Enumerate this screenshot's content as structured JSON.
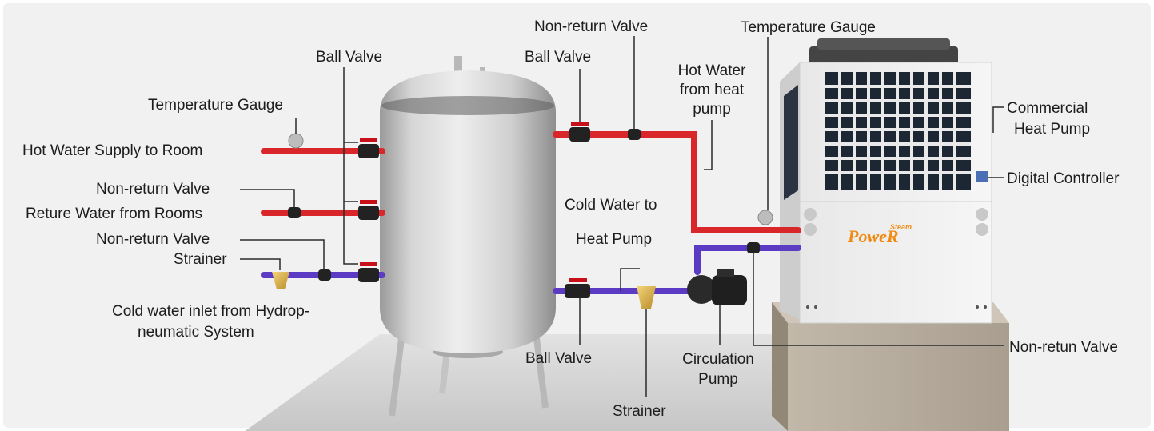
{
  "labels": {
    "ball_valve_tank": "Ball Valve",
    "temp_gauge_left": "Temperature Gauge",
    "hot_water_supply": "Hot Water Supply to Room",
    "non_return_valve_left": "Non-return Valve",
    "return_water": "Reture Water from Rooms",
    "non_return_valve_left_2": "Non-return Valve",
    "strainer_left": "Strainer",
    "cold_inlet_1": "Cold water inlet from Hydrop-",
    "cold_inlet_2": "neumatic System",
    "non_return_valve_top": "Non-return Valve",
    "ball_valve_top": "Ball Valve",
    "temp_gauge_right": "Temperature Gauge",
    "hot_water_hp_1": "Hot Water",
    "hot_water_hp_2": "from heat",
    "hot_water_hp_3": "pump",
    "cold_to_hp_1": "Cold Water to",
    "cold_to_hp_2": "Heat Pump",
    "commercial_hp_1": "Commercial",
    "commercial_hp_2": "Heat Pump",
    "digital_controller": "Digital Controller",
    "ball_valve_bottom": "Ball Valve",
    "circulation_pump_1": "Circulation",
    "circulation_pump_2": "Pump",
    "strainer_bottom": "Strainer",
    "non_return_valve_right": "Non-retun Valve"
  },
  "brand": {
    "line1": "Steam",
    "line2": "PoweR"
  },
  "colors": {
    "hot_pipe": "#d8262a",
    "cold_pipe": "#5b3bc4",
    "valve_handle": "#c8101a",
    "brand_orange": "#f08a10"
  }
}
